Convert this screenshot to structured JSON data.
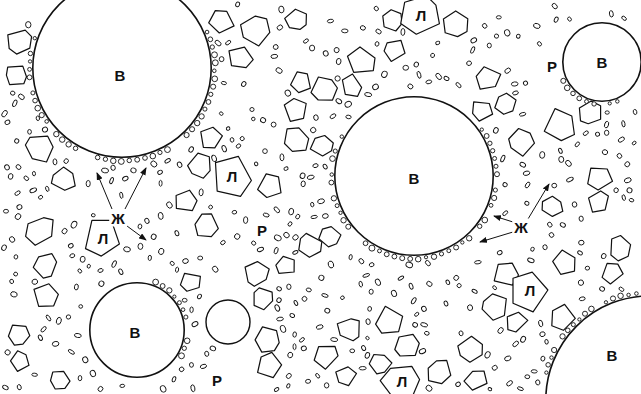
{
  "diagram": {
    "nodes": [
      {
        "text": [
          "В"
        ]
      },
      {
        "text": [
          "В"
        ]
      },
      {
        "text": [
          "В"
        ]
      },
      {
        "text": [
          "В"
        ]
      },
      {
        "text": [
          "В"
        ]
      }
    ],
    "labels": [
      "Л",
      "Р",
      "Л",
      "Ж",
      "Ж",
      "Р",
      "Л",
      "Л",
      "Р",
      "Л"
    ]
  }
}
